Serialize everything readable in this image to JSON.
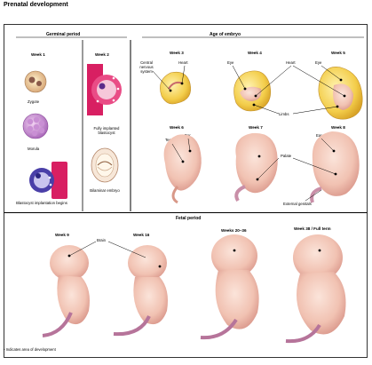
{
  "title": "Prenatal development",
  "sections": {
    "germinal": "Germinal period",
    "embryo": "Age of embryo",
    "fetal": "Fetal period"
  },
  "weeks": {
    "w1": "Week 1",
    "w2": "Week 2",
    "w3": "Week 3",
    "w4": "Week 4",
    "w5": "Week 5",
    "w6": "Week 6",
    "w7": "Week 7",
    "w8": "Week 8",
    "w9": "Week 9",
    "w16": "Week 16",
    "w20": "Weeks 20–36",
    "w38": "Week 38 / Full term"
  },
  "labels": {
    "zygote": "Zygote",
    "morula": "Morula",
    "blastocyst_begins": "Blastocyst implantation begins",
    "fully_implanted": "Fully implanted blastocyst",
    "bilaminar": "Bilaminar embryo",
    "cns": "Central nervous system",
    "heart3": "Heart",
    "eye4": "Eye",
    "heart45": "Heart",
    "eye5": "Eye",
    "limbs": "Limbs",
    "teeth": "Teeth",
    "ear6": "Ear",
    "ear8": "Ear",
    "palate": "Palate",
    "genitals": "External genitals",
    "brain": "Brain"
  },
  "footnote": "• Indicates area of development"
}
